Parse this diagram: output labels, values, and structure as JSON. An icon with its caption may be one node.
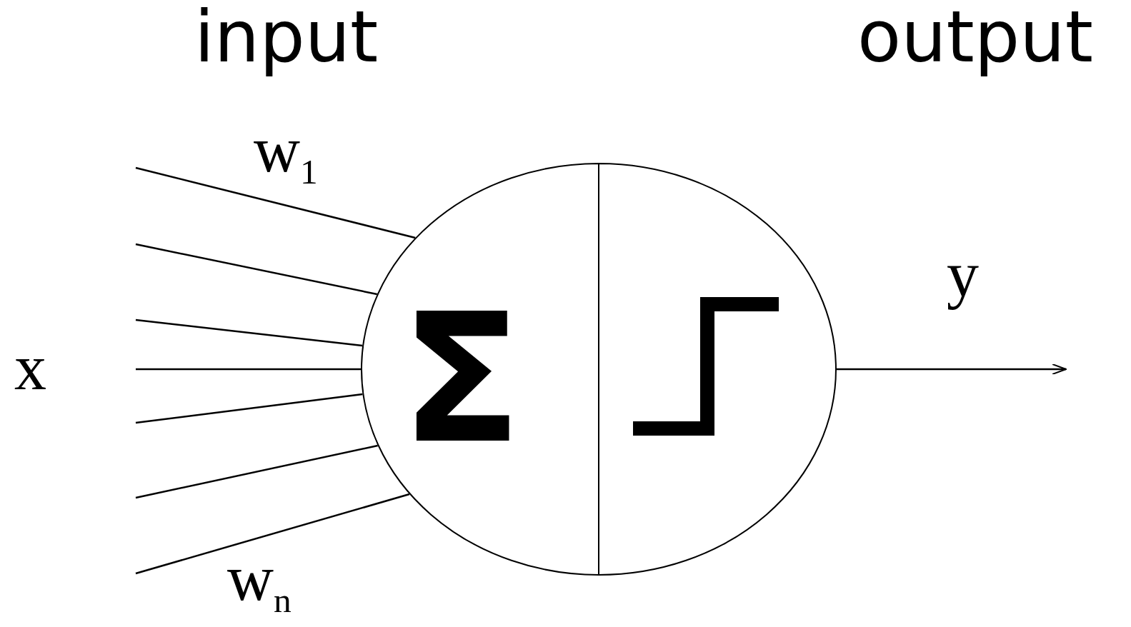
{
  "diagram": {
    "nodes": [
      {
        "text": [
          "Σ"
        ]
      },
      {
        "text": [],
        "shape": "semicircle"
      }
    ],
    "edges": [
      {
        "from": null,
        "to": 0,
        "arrow": "none"
      },
      {
        "from": null,
        "to": 0,
        "arrow": "none"
      },
      {
        "from": null,
        "to": 0,
        "arrow": "none"
      },
      {
        "from": null,
        "to": 0,
        "arrow": "none"
      },
      {
        "from": null,
        "to": 0,
        "arrow": "none"
      },
      {
        "from": null,
        "to": 0,
        "arrow": "none"
      },
      {
        "from": null,
        "to": 0,
        "arrow": "none"
      },
      {
        "from": 1,
        "to": null,
        "arrow": "to"
      }
    ],
    "labels": [
      "input",
      "output",
      "w$_{1}$",
      "y",
      "x",
      "w$_{n}$"
    ]
  }
}
